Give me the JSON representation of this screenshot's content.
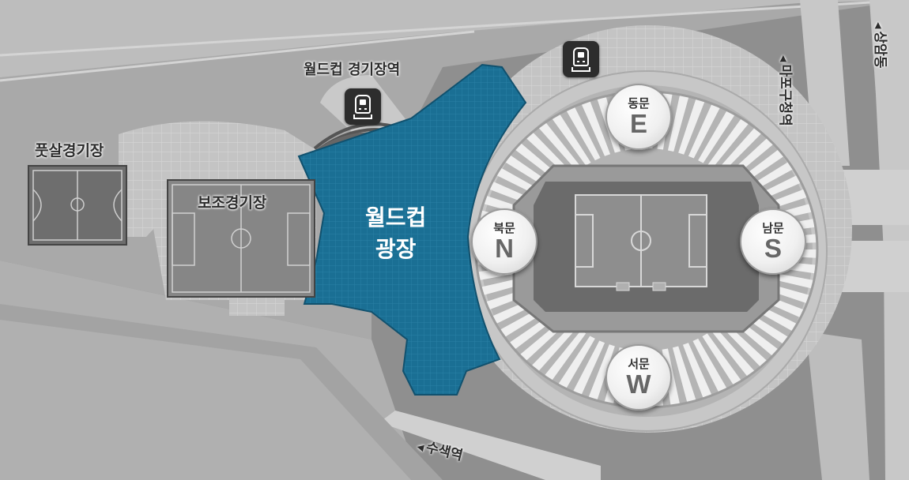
{
  "map": {
    "venues": {
      "futsal": "풋살경기장",
      "auxiliary": "보조경기장",
      "plaza_line1": "월드컵",
      "plaza_line2": "광장"
    },
    "stations": {
      "worldcup": "월드컵 경기장역"
    },
    "roads": {
      "susaek": "수색역",
      "mapo_gu_office": "마포구청역",
      "sangam": "상암동"
    },
    "gates": {
      "east": {
        "name": "동문",
        "letter": "E"
      },
      "north": {
        "name": "북문",
        "letter": "N"
      },
      "south": {
        "name": "남문",
        "letter": "S"
      },
      "west": {
        "name": "서문",
        "letter": "W"
      }
    },
    "colors": {
      "plaza": "#1a6f94",
      "background": "#8d8d8d",
      "road": "#d2d2d2"
    }
  }
}
